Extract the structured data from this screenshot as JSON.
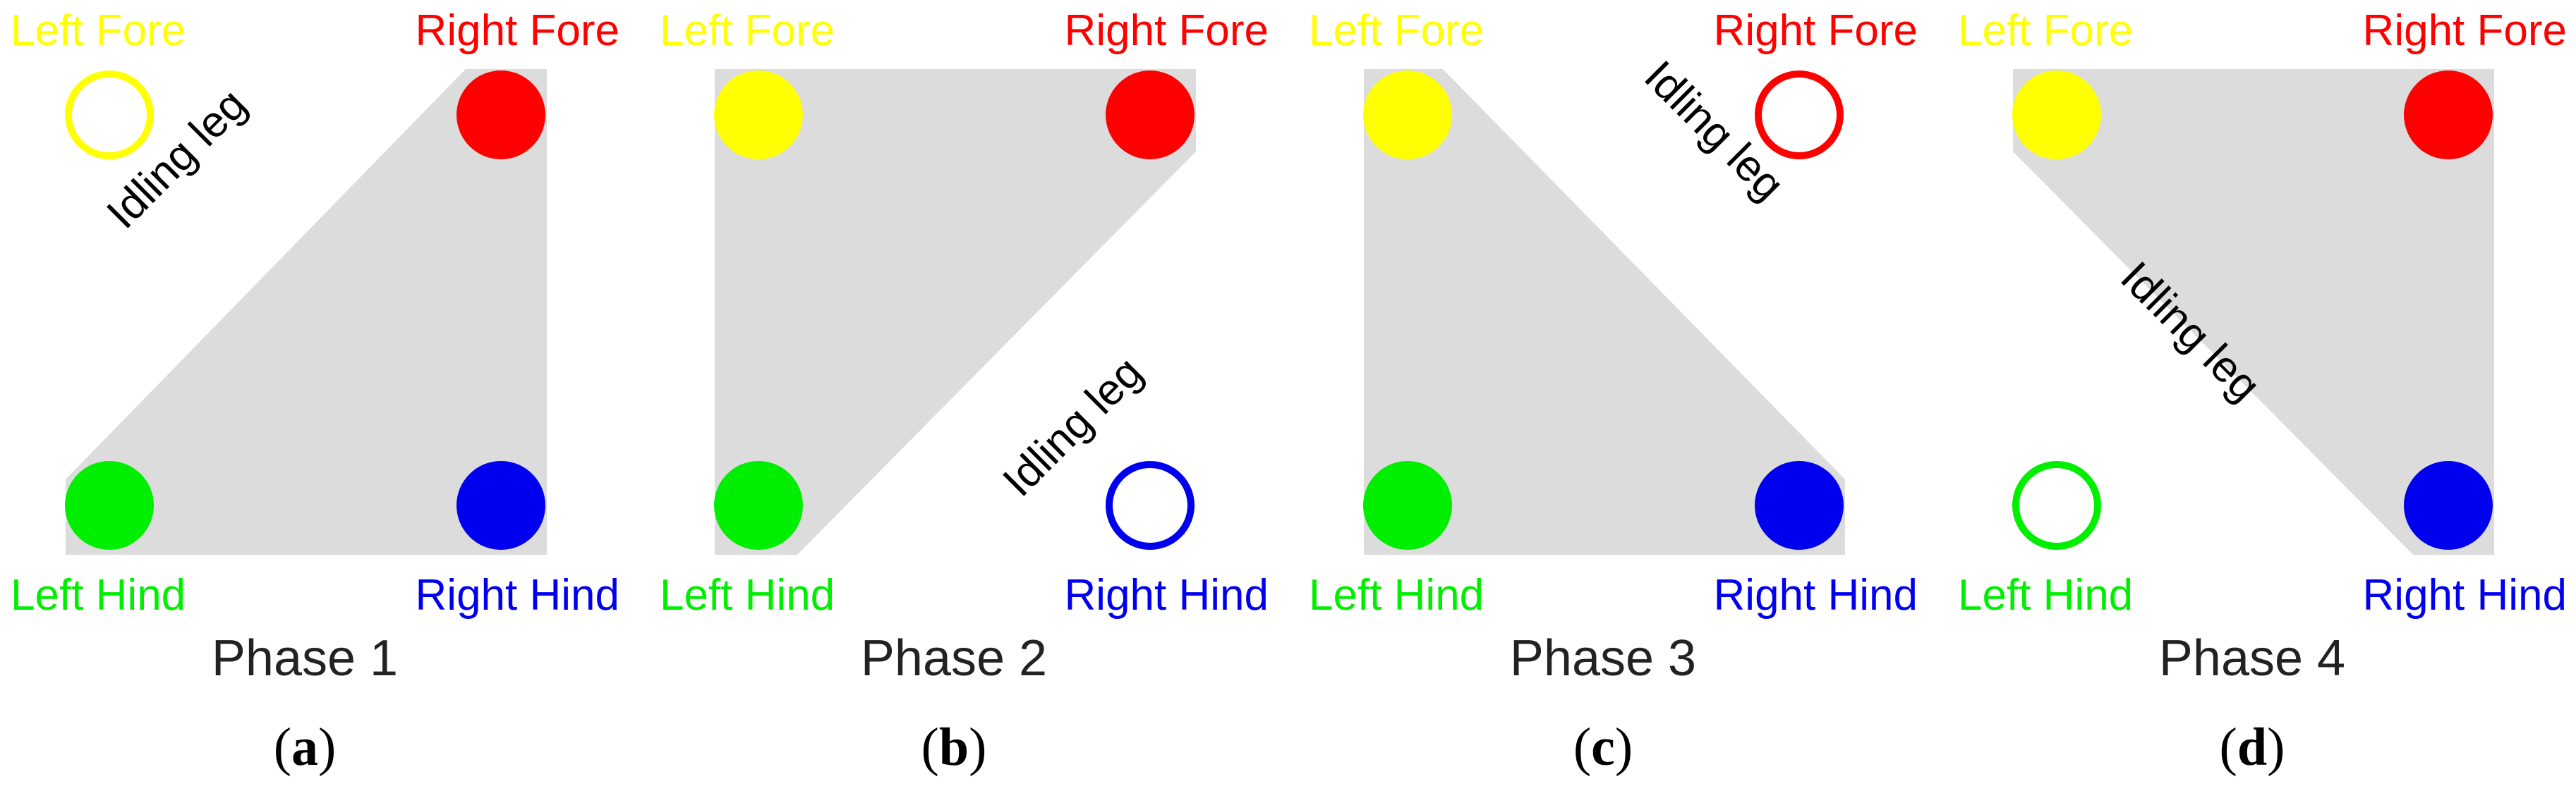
{
  "legs": [
    {
      "key": "lf",
      "label": "Left Fore",
      "color": "#ffff00"
    },
    {
      "key": "rf",
      "label": "Right Fore",
      "color": "#ff0000"
    },
    {
      "key": "lh",
      "label": "Left Hind",
      "color": "#00ee00"
    },
    {
      "key": "rh",
      "label": "Right Hind",
      "color": "#0000ee"
    }
  ],
  "support_color": "#dcdcdc",
  "idle_text": "Idling leg",
  "panels": [
    {
      "letter": "a",
      "phase": "Phase 1",
      "idle_leg": "lf"
    },
    {
      "letter": "b",
      "phase": "Phase 2",
      "idle_leg": "rh"
    },
    {
      "letter": "c",
      "phase": "Phase 3",
      "idle_leg": "rf"
    },
    {
      "letter": "d",
      "phase": "Phase 4",
      "idle_leg": "lh"
    }
  ]
}
